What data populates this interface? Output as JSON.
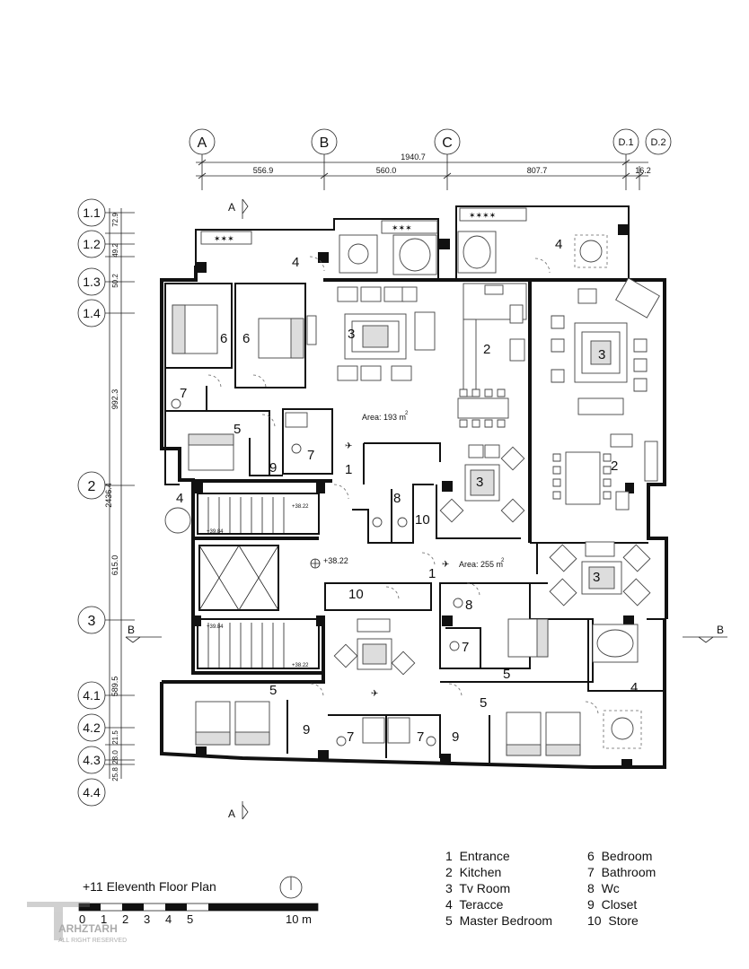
{
  "grid_columns": [
    "A",
    "B",
    "C",
    "D.1",
    "D.2"
  ],
  "column_dims": {
    "total": "1940.7",
    "ab": "556.9",
    "bc": "560.0",
    "cd": "807.7",
    "dd": "16.2"
  },
  "grid_rows": [
    "1.1",
    "1.2",
    "1.3",
    "1.4",
    "2",
    "3",
    "4.1",
    "4.2",
    "4.3",
    "4.4"
  ],
  "row_dims": [
    "72.9",
    "49.2",
    "50.2",
    "992.3",
    "2436.4",
    "615.0",
    "589.5",
    "21.5",
    "28.0",
    "25.8"
  ],
  "section_marks": {
    "a": "A",
    "b": "B"
  },
  "room_numbers": {
    "n1": "1",
    "n2": "2",
    "n3": "3",
    "n4": "4",
    "n5": "5",
    "n6": "6",
    "n7": "7",
    "n8": "8",
    "n9": "9",
    "n10": "10"
  },
  "areas": {
    "upper": "Area: 193 m",
    "lower": "Area: 255 m",
    "sup": "2"
  },
  "levels": {
    "main": "+38.22",
    "stair_a": "+38.22",
    "stair_b": "+39.84",
    "stair_c": "+39.84",
    "stair_d": "+38.22"
  },
  "title": "+11  Eleventh Floor Plan",
  "scale_labels": [
    "0",
    "1",
    "2",
    "3",
    "4",
    "5",
    "10 m"
  ],
  "watermark": {
    "brand": "ARHZTARH",
    "sub": "ALL RIGHT RESERVED"
  },
  "legend": [
    {
      "num": "1",
      "label": "Entrance"
    },
    {
      "num": "2",
      "label": "Kitchen"
    },
    {
      "num": "3",
      "label": "Tv Room"
    },
    {
      "num": "4",
      "label": "Teracce"
    },
    {
      "num": "5",
      "label": "Master Bedroom"
    },
    {
      "num": "6",
      "label": "Bedroom"
    },
    {
      "num": "7",
      "label": "Bathroom"
    },
    {
      "num": "8",
      "label": "Wc"
    },
    {
      "num": "9",
      "label": "Closet"
    },
    {
      "num": "10",
      "label": "Store"
    }
  ]
}
